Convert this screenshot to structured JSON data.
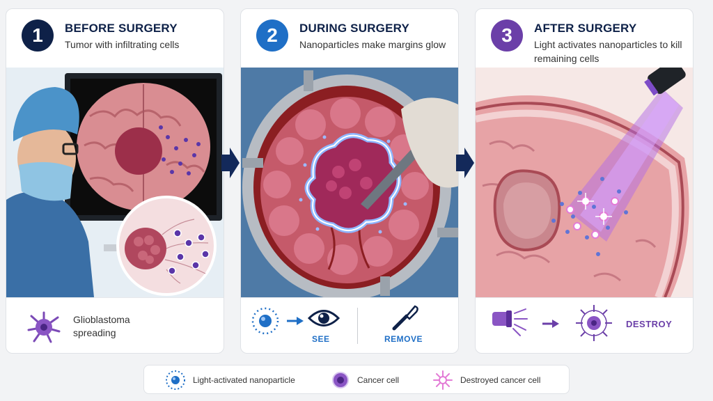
{
  "steps": [
    {
      "number": "1",
      "title": "BEFORE SURGERY",
      "subtitle": "Tumor with infiltrating cells",
      "color": "#0e2148"
    },
    {
      "number": "2",
      "title": "DURING SURGERY",
      "subtitle": "Nanoparticles make margins glow",
      "color": "#1f6fc6"
    },
    {
      "number": "3",
      "title": "AFTER SURGERY",
      "subtitle": "Light activates nanoparticles to kill remaining cells",
      "color": "#6b3fa8"
    }
  ],
  "footers": {
    "step1": {
      "label": "Glioblastoma spreading"
    },
    "step2": {
      "see": "SEE",
      "remove": "REMOVE"
    },
    "step3": {
      "destroy": "DESTROY"
    }
  },
  "legend": {
    "nanoparticle": "Light-activated nanoparticle",
    "cancer_cell": "Cancer cell",
    "destroyed_cell": "Destroyed cancer cell"
  },
  "colors": {
    "navy": "#0e2148",
    "blue": "#1f6fc6",
    "purple": "#6b3fa8",
    "brain_pink": "#e7a3a6",
    "arrow": "#13295a"
  }
}
